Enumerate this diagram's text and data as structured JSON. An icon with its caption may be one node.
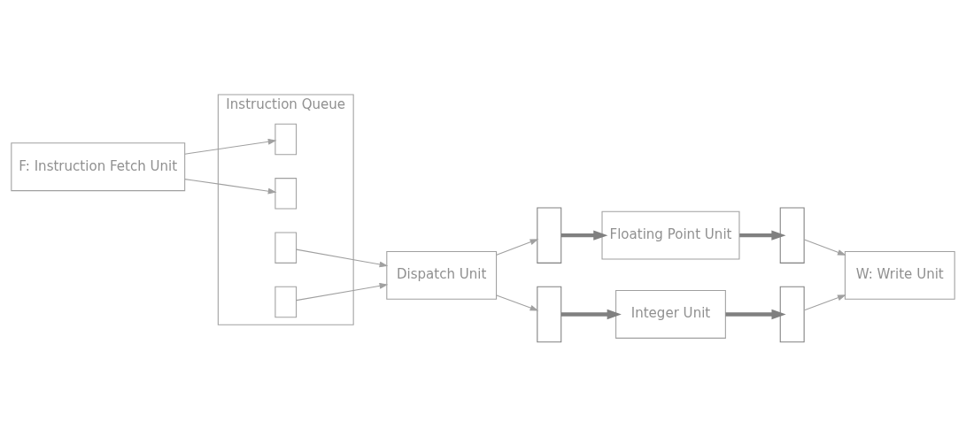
{
  "diagram": {
    "nodes": [
      {
        "text": [
          "F: Instruction Fetch Unit"
        ]
      },
      {
        "text": [
          "Instruction Queue"
        ]
      },
      {
        "text": [],
        "shape": "box",
        "in": 1
      },
      {
        "text": [],
        "shape": "box",
        "in": 1
      },
      {
        "text": [],
        "shape": "box",
        "in": 1
      },
      {
        "text": [],
        "shape": "box",
        "in": 1
      },
      {
        "text": [
          "Dispatch Unit"
        ]
      },
      {
        "text": [],
        "shape": "box"
      },
      {
        "text": [
          "Floating Point Unit"
        ]
      },
      {
        "text": [],
        "shape": "box"
      },
      {
        "text": [
          "W: Write Unit"
        ]
      },
      {
        "text": [],
        "shape": "box"
      },
      {
        "text": [
          "Integer Unit"
        ]
      },
      {
        "text": [],
        "shape": "box"
      }
    ],
    "edges": [
      {
        "from": 0,
        "to": 2,
        "arrow": "to"
      },
      {
        "from": 0,
        "to": 3,
        "arrow": "to"
      },
      {
        "from": 4,
        "to": 6,
        "arrow": "to"
      },
      {
        "from": 5,
        "to": 6,
        "arrow": "to"
      },
      {
        "from": 6,
        "to": 7,
        "arrow": "to"
      },
      {
        "from": 6,
        "to": 11,
        "arrow": "to"
      },
      {
        "from": 7,
        "to": 8,
        "arrow": "to",
        "style": "thick",
        "color": "#808080"
      },
      {
        "from": 8,
        "to": 9,
        "arrow": "to",
        "style": "thick",
        "color": "#808080"
      },
      {
        "from": 11,
        "to": 12,
        "arrow": "to",
        "style": "thick",
        "color": "#808080"
      },
      {
        "from": 12,
        "to": 13,
        "arrow": "to",
        "style": "thick",
        "color": "#808080"
      },
      {
        "from": 9,
        "to": 10,
        "arrow": "to"
      },
      {
        "from": 13,
        "to": 10,
        "arrow": "to"
      }
    ]
  }
}
